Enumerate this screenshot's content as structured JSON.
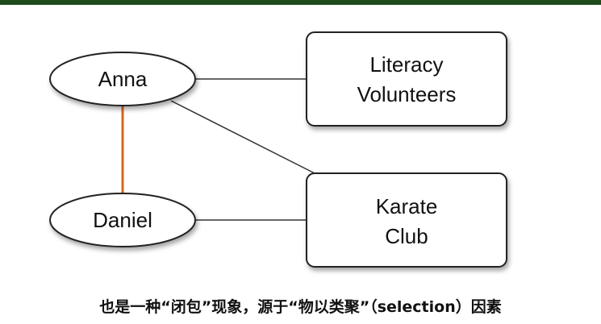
{
  "nodes": {
    "anna": "Anna",
    "daniel": "Daniel",
    "literacy_line1": "Literacy",
    "literacy_line2": "Volunteers",
    "karate_line1": "Karate",
    "karate_line2": "Club"
  },
  "colors": {
    "header_bar": "#1f4a1c",
    "person_person_edge": "#d9671a",
    "person_group_edge": "#333333"
  },
  "caption": "也是一种“闭包”现象，源于“物以类聚”（selection）因素"
}
